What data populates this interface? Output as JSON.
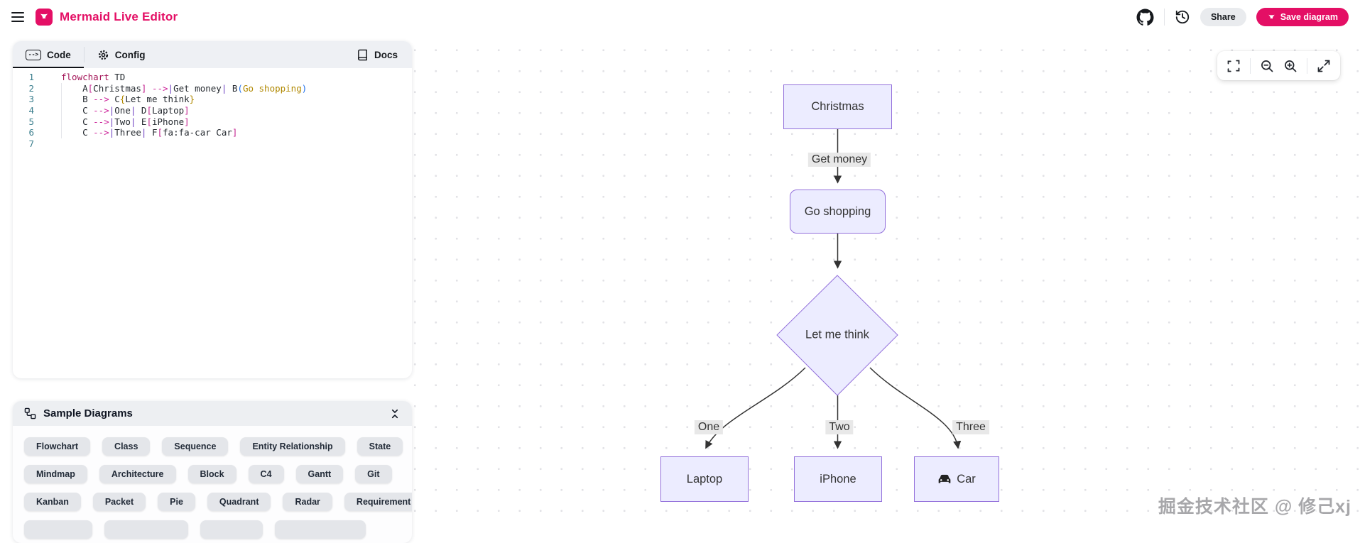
{
  "colors": {
    "brand": "#e40f65",
    "node_fill": "#ececff",
    "node_border": "#9370db",
    "edge": "#333333",
    "label_bg": "#e8e8e8"
  },
  "header": {
    "title": "Mermaid Live Editor",
    "share_label": "Share",
    "save_label": "Save diagram"
  },
  "editor": {
    "tabs": [
      {
        "label": "Code"
      },
      {
        "label": "Config"
      }
    ],
    "docs_label": "Docs",
    "code_tab_glyph": "-->",
    "lines": [
      {
        "num": "1",
        "tokens": [
          {
            "t": "flowchart",
            "c": "kw"
          },
          {
            "t": " TD",
            "c": "plain"
          }
        ]
      },
      {
        "num": "2",
        "tokens": [
          {
            "t": "    A",
            "c": "plain"
          },
          {
            "t": "[",
            "c": "bracket"
          },
          {
            "t": "Christmas",
            "c": "plain"
          },
          {
            "t": "]",
            "c": "bracket"
          },
          {
            "t": " ",
            "c": "plain"
          },
          {
            "t": "-->",
            "c": "arrow"
          },
          {
            "t": "|",
            "c": "pipe"
          },
          {
            "t": "Get money",
            "c": "plain"
          },
          {
            "t": "|",
            "c": "pipe"
          },
          {
            "t": " B",
            "c": "plain"
          },
          {
            "t": "(",
            "c": "paren"
          },
          {
            "t": "Go shopping",
            "c": "str"
          },
          {
            "t": ")",
            "c": "paren"
          }
        ]
      },
      {
        "num": "3",
        "tokens": [
          {
            "t": "    B ",
            "c": "plain"
          },
          {
            "t": "-->",
            "c": "arrow"
          },
          {
            "t": " C",
            "c": "plain"
          },
          {
            "t": "{",
            "c": "brace"
          },
          {
            "t": "Let me think",
            "c": "plain"
          },
          {
            "t": "}",
            "c": "brace"
          }
        ]
      },
      {
        "num": "4",
        "tokens": [
          {
            "t": "    C ",
            "c": "plain"
          },
          {
            "t": "-->",
            "c": "arrow"
          },
          {
            "t": "|",
            "c": "pipe"
          },
          {
            "t": "One",
            "c": "plain"
          },
          {
            "t": "|",
            "c": "pipe"
          },
          {
            "t": " D",
            "c": "plain"
          },
          {
            "t": "[",
            "c": "bracket"
          },
          {
            "t": "Laptop",
            "c": "plain"
          },
          {
            "t": "]",
            "c": "bracket"
          }
        ]
      },
      {
        "num": "5",
        "tokens": [
          {
            "t": "    C ",
            "c": "plain"
          },
          {
            "t": "-->",
            "c": "arrow"
          },
          {
            "t": "|",
            "c": "pipe"
          },
          {
            "t": "Two",
            "c": "plain"
          },
          {
            "t": "|",
            "c": "pipe"
          },
          {
            "t": " E",
            "c": "plain"
          },
          {
            "t": "[",
            "c": "bracket"
          },
          {
            "t": "iPhone",
            "c": "plain"
          },
          {
            "t": "]",
            "c": "bracket"
          }
        ]
      },
      {
        "num": "6",
        "tokens": [
          {
            "t": "    C ",
            "c": "plain"
          },
          {
            "t": "-->",
            "c": "arrow"
          },
          {
            "t": "|",
            "c": "pipe"
          },
          {
            "t": "Three",
            "c": "plain"
          },
          {
            "t": "|",
            "c": "pipe"
          },
          {
            "t": " F",
            "c": "plain"
          },
          {
            "t": "[",
            "c": "bracket"
          },
          {
            "t": "fa:fa-car Car",
            "c": "plain"
          },
          {
            "t": "]",
            "c": "bracket"
          }
        ]
      },
      {
        "num": "7",
        "tokens": []
      }
    ]
  },
  "samples": {
    "title": "Sample Diagrams",
    "rows": [
      [
        "Flowchart",
        "Class",
        "Sequence",
        "Entity Relationship",
        "State"
      ],
      [
        "Mindmap",
        "Architecture",
        "Block",
        "C4",
        "Gantt",
        "Git"
      ],
      [
        "Kanban",
        "Packet",
        "Pie",
        "Quadrant",
        "Radar",
        "Requirement"
      ]
    ]
  },
  "diagram": {
    "nodes": [
      {
        "label": "Christmas",
        "shape": "rect"
      },
      {
        "label": "Go shopping",
        "shape": "rounded"
      },
      {
        "label": "Let me think",
        "shape": "diamond"
      },
      {
        "label": "Laptop",
        "shape": "rect"
      },
      {
        "label": "iPhone",
        "shape": "rect"
      },
      {
        "label": "Car",
        "shape": "rect",
        "icon": "car-icon"
      }
    ],
    "edge_labels": [
      "Get money",
      "One",
      "Two",
      "Three"
    ]
  },
  "watermark": "掘金技术社区 @ 修己xj"
}
